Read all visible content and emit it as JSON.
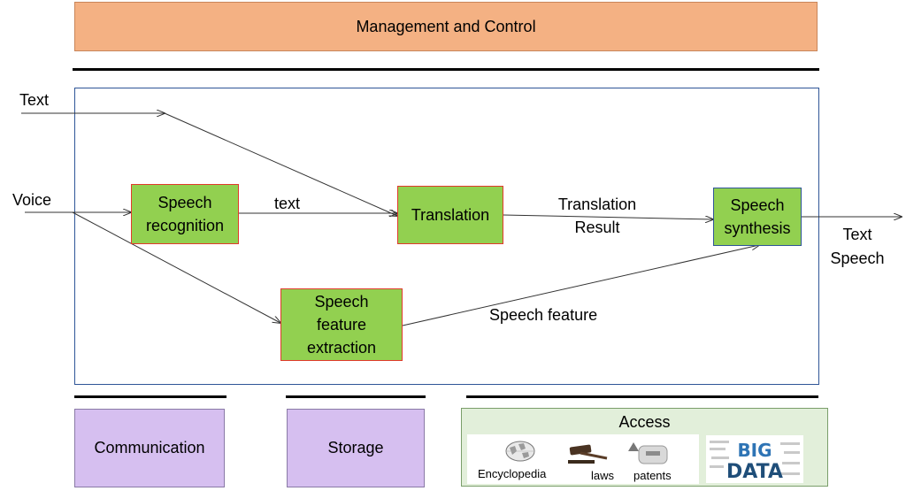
{
  "header": {
    "management": "Management and Control"
  },
  "inputs": {
    "text": "Text",
    "voice": "Voice"
  },
  "boxes": {
    "speech_recognition": [
      "Speech",
      "recognition"
    ],
    "translation": "Translation",
    "speech_synthesis": [
      "Speech",
      "synthesis"
    ],
    "speech_feature_extraction": [
      "Speech",
      "feature",
      "extraction"
    ]
  },
  "edge_labels": {
    "text": "text",
    "translation_result": [
      "Translation",
      "Result"
    ],
    "speech_feature": "Speech feature"
  },
  "outputs": [
    "Text",
    "Speech"
  ],
  "bottom": {
    "communication": "Communication",
    "storage": "Storage",
    "access": {
      "title": "Access",
      "resources": [
        "Encyclopedia",
        "laws",
        "patents"
      ],
      "big_data_logo": "BIG DATA"
    }
  },
  "colors": {
    "management_fill": "#f4b183",
    "process_fill": "#92d050",
    "process_border_red": "#e03a2c",
    "process_border_blue": "#2f5597",
    "support_fill": "#d6bff0",
    "access_fill": "#e2efda",
    "frame_border": "#2f5597"
  }
}
